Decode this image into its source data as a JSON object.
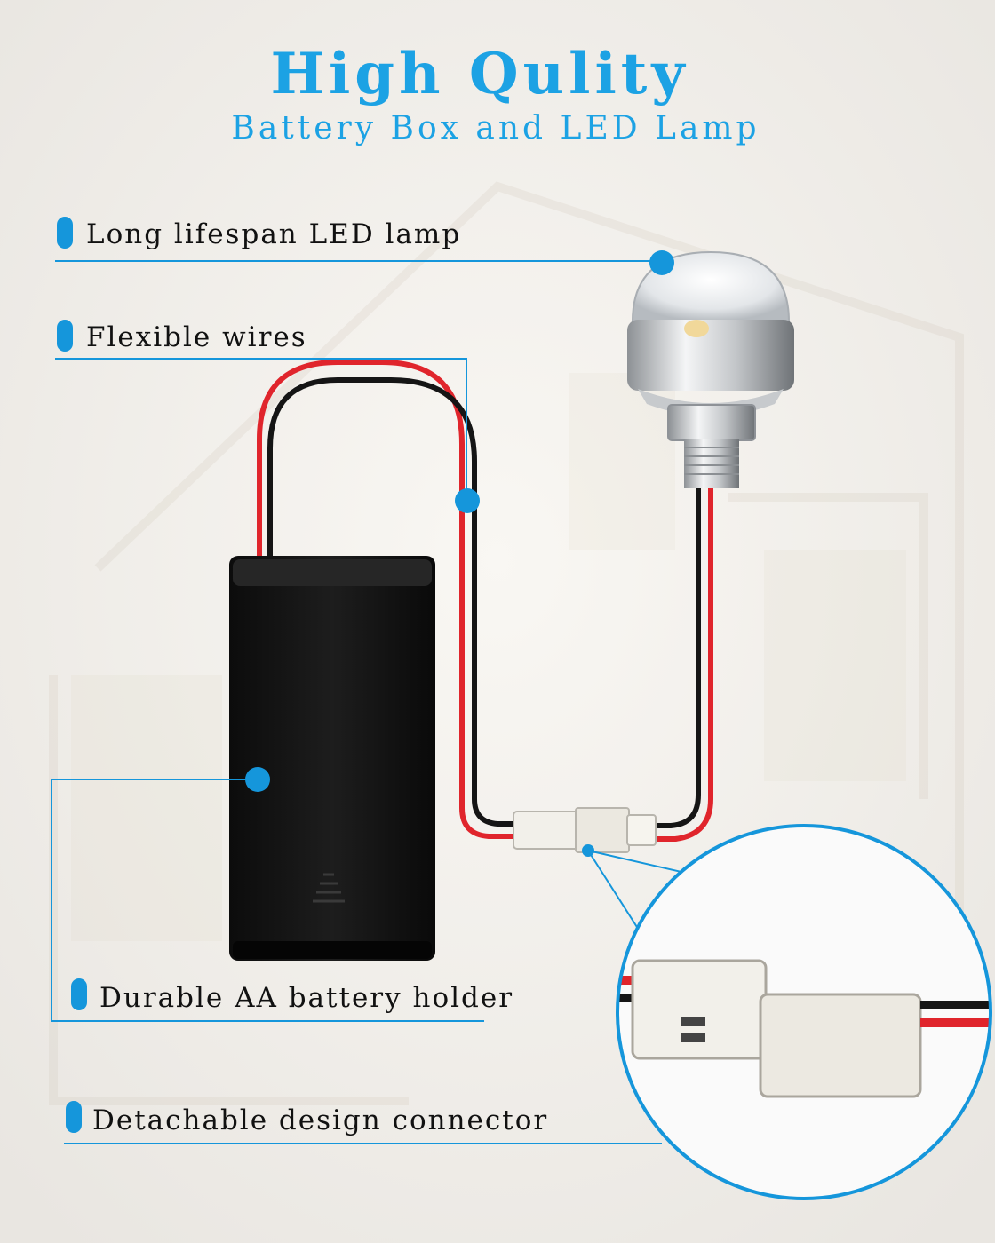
{
  "header": {
    "title": "High Qulity",
    "subtitle": "Battery Box and LED Lamp"
  },
  "callouts": [
    {
      "id": "led",
      "text": "Long lifespan LED lamp"
    },
    {
      "id": "wires",
      "text": "Flexible wires"
    },
    {
      "id": "battery",
      "text": "Durable AA battery holder"
    },
    {
      "id": "connector",
      "text": "Detachable design connector"
    }
  ],
  "colors": {
    "accent": "#1596db",
    "title": "#1ca2e4",
    "wire_red": "#e0252c",
    "wire_black": "#151515",
    "battery_case": "#141414"
  },
  "icons": [
    "led-lamp-icon",
    "battery-holder-icon",
    "connector-icon"
  ]
}
